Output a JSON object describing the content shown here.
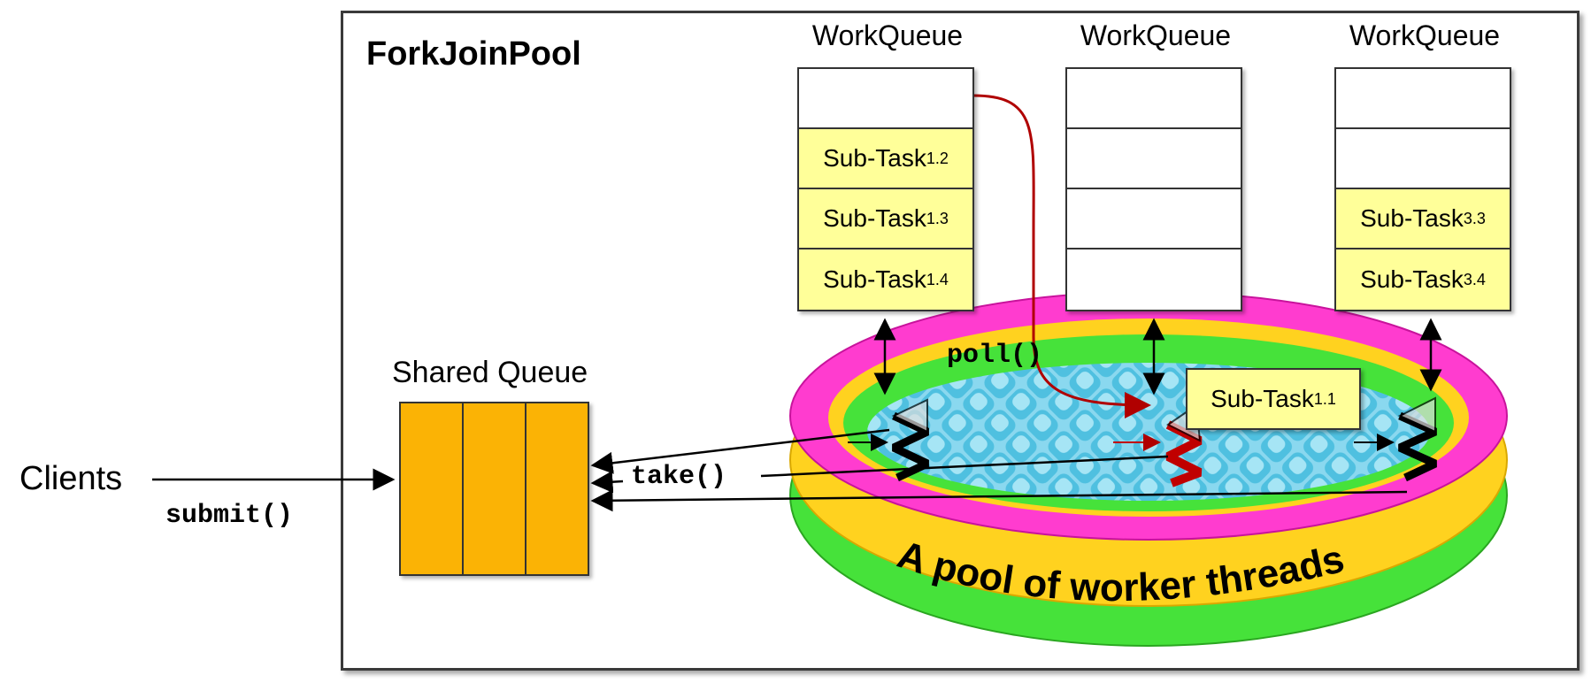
{
  "pool": {
    "title": "ForkJoinPool",
    "caption": "A pool of worker threads"
  },
  "queues": [
    {
      "label": "WorkQueue",
      "cells": [
        {
          "text": ""
        },
        {
          "text": "Sub-Task",
          "sub": "1.2"
        },
        {
          "text": "Sub-Task",
          "sub": "1.3"
        },
        {
          "text": "Sub-Task",
          "sub": "1.4"
        }
      ]
    },
    {
      "label": "WorkQueue",
      "cells": [
        {
          "text": ""
        },
        {
          "text": ""
        },
        {
          "text": ""
        },
        {
          "text": ""
        }
      ]
    },
    {
      "label": "WorkQueue",
      "cells": [
        {
          "text": ""
        },
        {
          "text": ""
        },
        {
          "text": "Sub-Task",
          "sub": "3.3"
        },
        {
          "text": "Sub-Task",
          "sub": "3.4"
        }
      ]
    }
  ],
  "stolen_task": {
    "text": "Sub-Task",
    "sub": "1.1"
  },
  "shared_queue": {
    "label": "Shared Queue"
  },
  "clients": {
    "label": "Clients",
    "method": "submit()"
  },
  "methods": {
    "take": "take()",
    "poll": "poll()"
  },
  "colors": {
    "task_fill": "#ffff99",
    "shared_queue_fill": "#fbb305",
    "pool_pink": "#ff3ccf",
    "pool_yellow": "#ffd21f",
    "pool_green": "#46e23a",
    "water": "#7fd6ee",
    "steal_arrow": "#b00000"
  }
}
